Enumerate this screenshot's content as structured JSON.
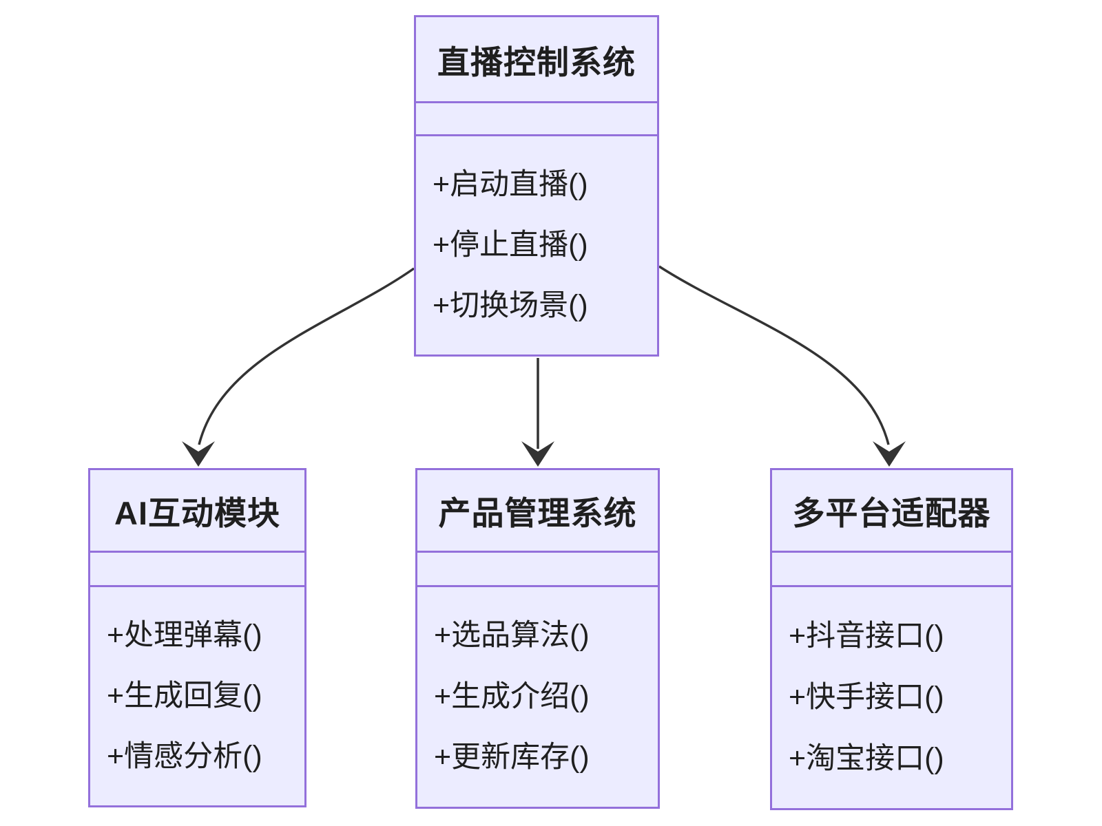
{
  "diagram": {
    "kind": "uml-class-diagram",
    "background_color": "#ffffff",
    "node_fill_color": "#ECECFF",
    "node_border_color": "#9370DB",
    "edge_color": "#333333",
    "text_color": "#1f1f1f"
  },
  "classes": [
    {
      "name": "直播控制系统",
      "attributes": [],
      "methods": [
        "+启动直播()",
        "+停止直播()",
        "+切换场景()"
      ]
    },
    {
      "name": "AI互动模块",
      "attributes": [],
      "methods": [
        "+处理弹幕()",
        "+生成回复()",
        "+情感分析()"
      ]
    },
    {
      "name": "产品管理系统",
      "attributes": [],
      "methods": [
        "+选品算法()",
        "+生成介绍()",
        "+更新库存()"
      ]
    },
    {
      "name": "多平台适配器",
      "attributes": [],
      "methods": [
        "+抖音接口()",
        "+快手接口()",
        "+淘宝接口()"
      ]
    }
  ],
  "edges": [
    {
      "from": "直播控制系统",
      "to": "AI互动模块",
      "style": "solid-arrow"
    },
    {
      "from": "直播控制系统",
      "to": "产品管理系统",
      "style": "solid-arrow"
    },
    {
      "from": "直播控制系统",
      "to": "多平台适配器",
      "style": "solid-arrow"
    }
  ]
}
